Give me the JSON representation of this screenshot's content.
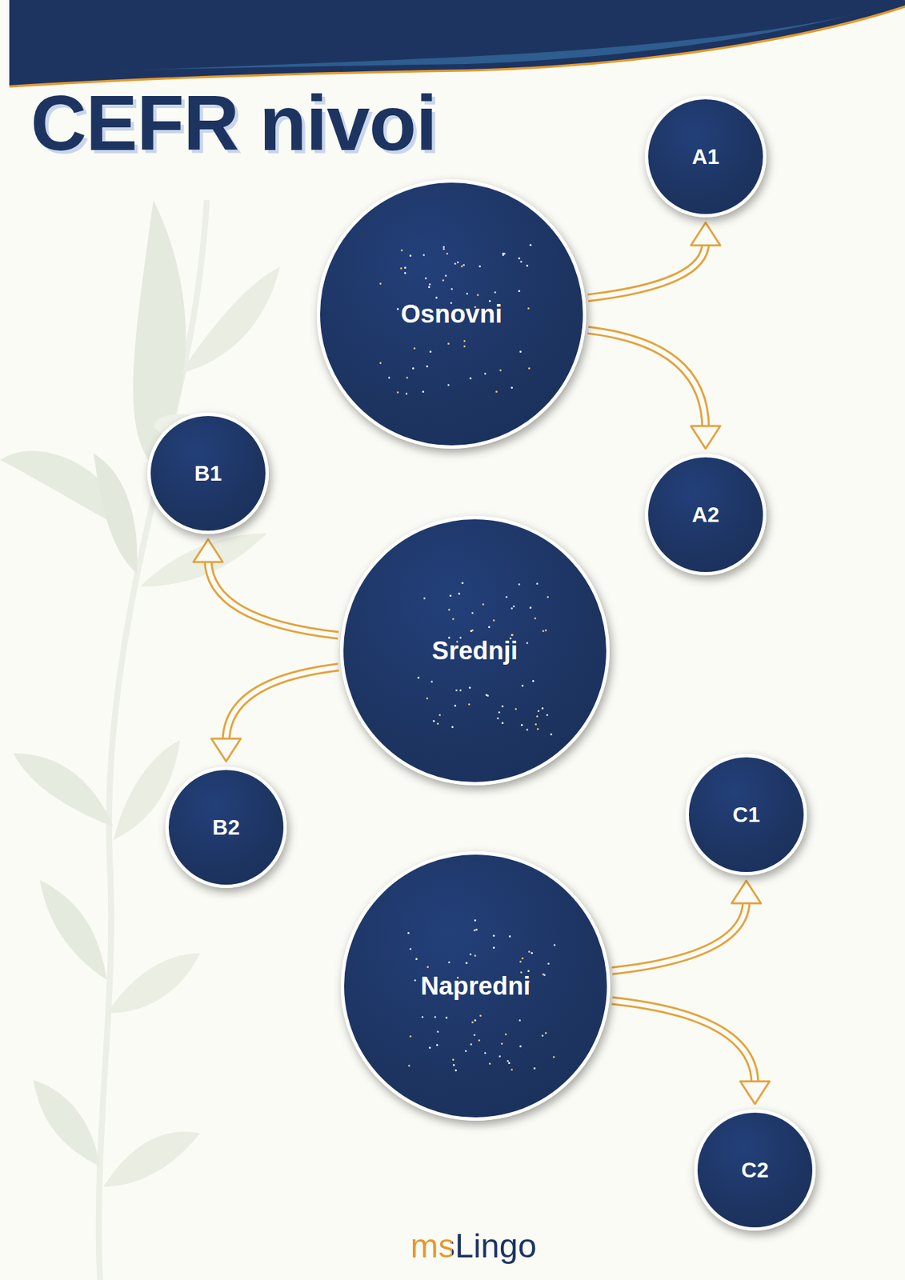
{
  "diagram": {
    "title": "CEFR nivoi",
    "nodes": [
      {
        "text": [
          "Osnovni"
        ]
      },
      {
        "text": [
          "A1"
        ]
      },
      {
        "text": [
          "A2"
        ]
      },
      {
        "text": [
          "Srednji"
        ]
      },
      {
        "text": [
          "B1"
        ]
      },
      {
        "text": [
          "B2"
        ]
      },
      {
        "text": [
          "Napredni"
        ]
      },
      {
        "text": [
          "C1"
        ]
      },
      {
        "text": [
          "C2"
        ]
      }
    ],
    "edges": [
      {
        "from": 0,
        "to": 1,
        "arrow": "to"
      },
      {
        "from": 0,
        "to": 2,
        "arrow": "to"
      },
      {
        "from": 3,
        "to": 4,
        "arrow": "to"
      },
      {
        "from": 3,
        "to": 5,
        "arrow": "to"
      },
      {
        "from": 6,
        "to": 7,
        "arrow": "to"
      },
      {
        "from": 6,
        "to": 8,
        "arrow": "to"
      }
    ],
    "labels": [
      "msLingo"
    ]
  }
}
